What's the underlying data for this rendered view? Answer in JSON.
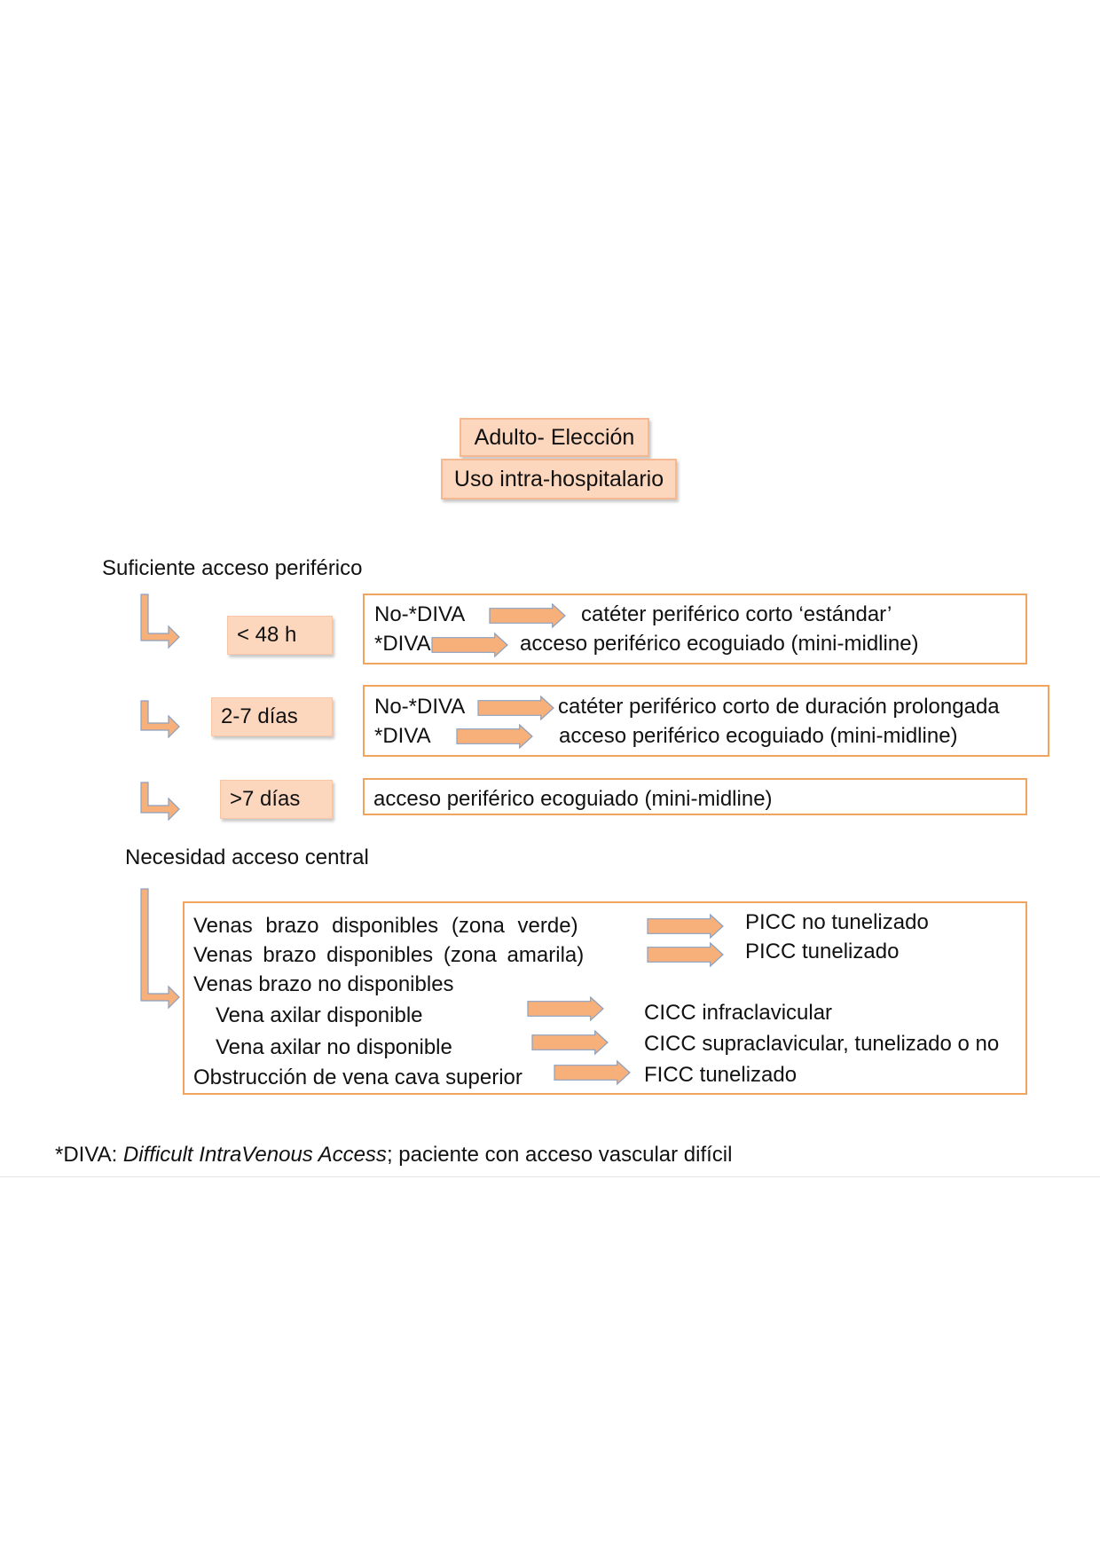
{
  "header": {
    "title": "Adulto- Elección",
    "subtitle": "Uso intra-hospitalario"
  },
  "peripheral": {
    "heading": "Suficiente acceso periférico",
    "durations": [
      {
        "label": "< 48 h",
        "rows": [
          {
            "condition": "No-*DIVA",
            "result": "catéter periférico corto ‘estándar’"
          },
          {
            "condition": "*DIVA",
            "result": "acceso periférico ecoguiado (mini-midline)"
          }
        ]
      },
      {
        "label": "2-7 días",
        "rows": [
          {
            "condition": "No-*DIVA",
            "result": "catéter periférico corto de duración prolongada"
          },
          {
            "condition": "*DIVA",
            "result": "acceso periférico ecoguiado (mini-midline)"
          }
        ]
      },
      {
        "label": ">7 días",
        "result": "acceso periférico ecoguiado (mini-midline)"
      }
    ]
  },
  "central": {
    "heading": "Necesidad acceso central",
    "rows": [
      {
        "condition": "Venas brazo disponibles (zona verde)",
        "result": "PICC no tunelizado"
      },
      {
        "condition": "Venas brazo disponibles (zona amarila)",
        "result": "PICC tunelizado"
      },
      {
        "condition": "Venas brazo no disponibles",
        "result": ""
      },
      {
        "condition": "Vena axilar disponible",
        "result": "CICC infraclavicular"
      },
      {
        "condition": "Vena axilar no disponible",
        "result": "CICC supraclavicular, tunelizado o no"
      },
      {
        "condition": "Obstrucción de vena cava superior",
        "result": "FICC tunelizado"
      }
    ]
  },
  "footnote": {
    "prefix": "*DIVA: ",
    "term": "Difficult IntraVenous Access",
    "rest": "; paciente con acceso vascular difícil"
  },
  "colors": {
    "box_fill": "#fcd6bd",
    "box_border": "#f2a35e",
    "arrow_fill": "#f8b07a",
    "arrow_stroke": "#8aa0c0"
  }
}
